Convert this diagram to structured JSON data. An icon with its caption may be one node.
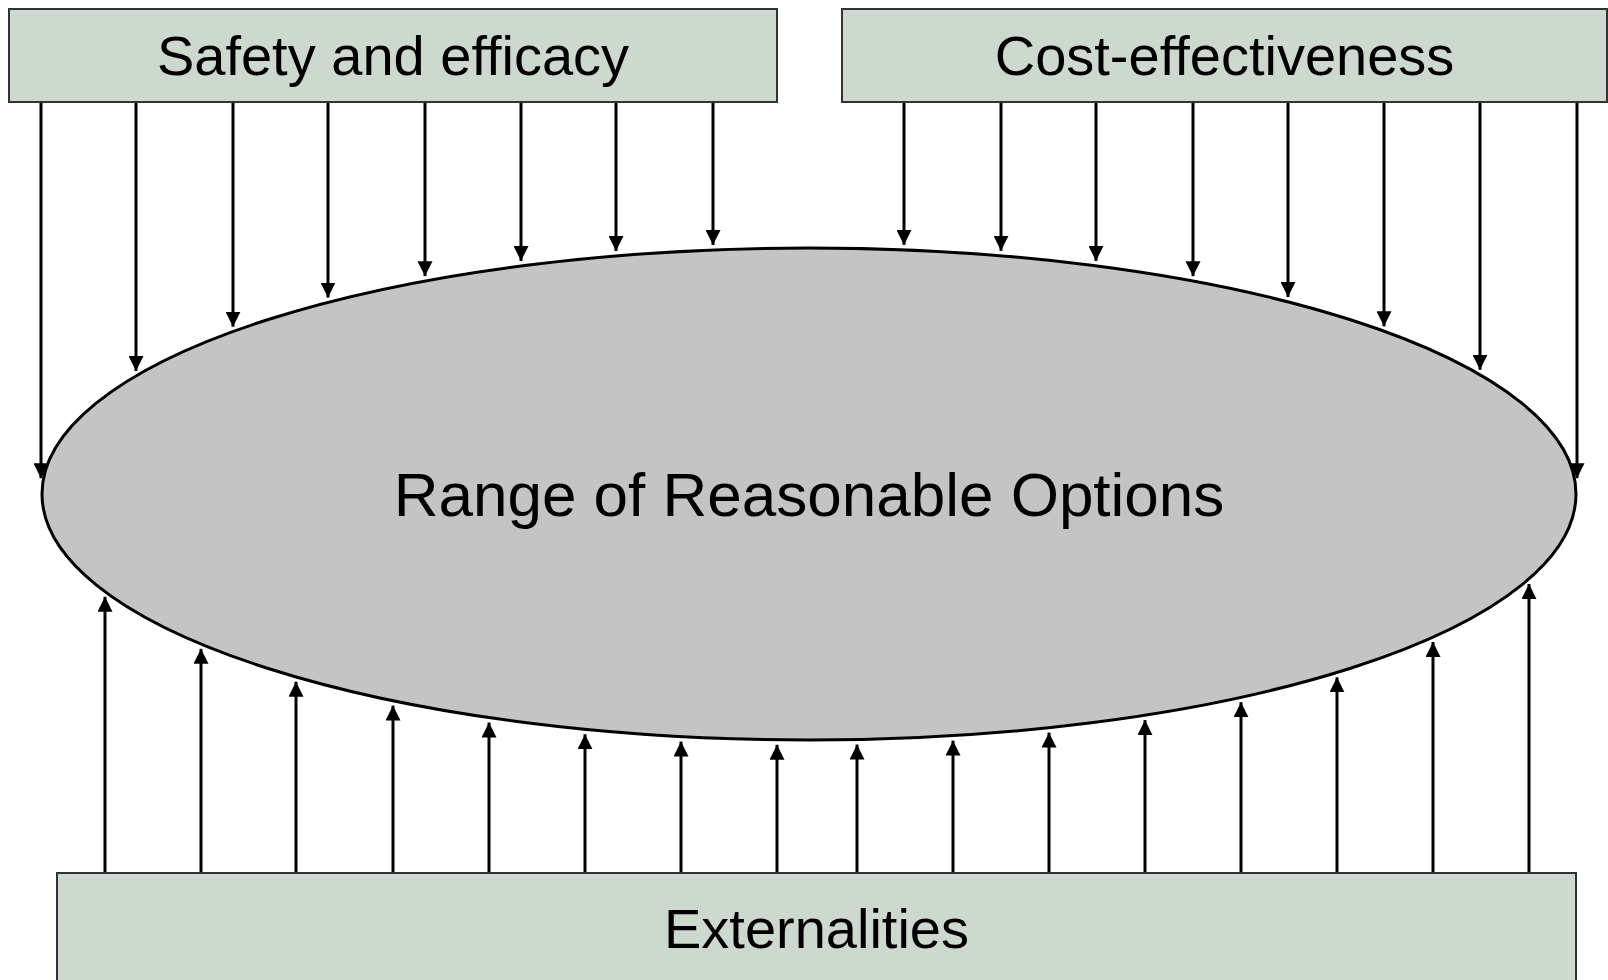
{
  "diagram": {
    "nodes": [
      {
        "text": [
          "Safety and efficacy"
        ]
      },
      {
        "text": [
          "Cost-effectiveness"
        ]
      },
      {
        "text": [
          "Range of Reasonable Options"
        ]
      },
      {
        "text": [
          "Externalities"
        ]
      }
    ],
    "edges": [
      {
        "from": 0,
        "to": 2,
        "arrow": "to"
      },
      {
        "from": 0,
        "to": 2,
        "arrow": "to"
      },
      {
        "from": 0,
        "to": 2,
        "arrow": "to"
      },
      {
        "from": 0,
        "to": 2,
        "arrow": "to"
      },
      {
        "from": 0,
        "to": 2,
        "arrow": "to"
      },
      {
        "from": 0,
        "to": 2,
        "arrow": "to"
      },
      {
        "from": 0,
        "to": 2,
        "arrow": "to"
      },
      {
        "from": 0,
        "to": 2,
        "arrow": "to"
      },
      {
        "from": 1,
        "to": 2,
        "arrow": "to"
      },
      {
        "from": 1,
        "to": 2,
        "arrow": "to"
      },
      {
        "from": 1,
        "to": 2,
        "arrow": "to"
      },
      {
        "from": 1,
        "to": 2,
        "arrow": "to"
      },
      {
        "from": 1,
        "to": 2,
        "arrow": "to"
      },
      {
        "from": 1,
        "to": 2,
        "arrow": "to"
      },
      {
        "from": 1,
        "to": 2,
        "arrow": "to"
      },
      {
        "from": 1,
        "to": 2,
        "arrow": "to"
      },
      {
        "from": 3,
        "to": 2,
        "arrow": "to"
      },
      {
        "from": 3,
        "to": 2,
        "arrow": "to"
      },
      {
        "from": 3,
        "to": 2,
        "arrow": "to"
      },
      {
        "from": 3,
        "to": 2,
        "arrow": "to"
      },
      {
        "from": 3,
        "to": 2,
        "arrow": "to"
      },
      {
        "from": 3,
        "to": 2,
        "arrow": "to"
      },
      {
        "from": 3,
        "to": 2,
        "arrow": "to"
      },
      {
        "from": 3,
        "to": 2,
        "arrow": "to"
      },
      {
        "from": 3,
        "to": 2,
        "arrow": "to"
      },
      {
        "from": 3,
        "to": 2,
        "arrow": "to"
      },
      {
        "from": 3,
        "to": 2,
        "arrow": "to"
      },
      {
        "from": 3,
        "to": 2,
        "arrow": "to"
      },
      {
        "from": 3,
        "to": 2,
        "arrow": "to"
      },
      {
        "from": 3,
        "to": 2,
        "arrow": "to"
      },
      {
        "from": 3,
        "to": 2,
        "arrow": "to"
      },
      {
        "from": 3,
        "to": 2,
        "arrow": "to"
      }
    ]
  }
}
